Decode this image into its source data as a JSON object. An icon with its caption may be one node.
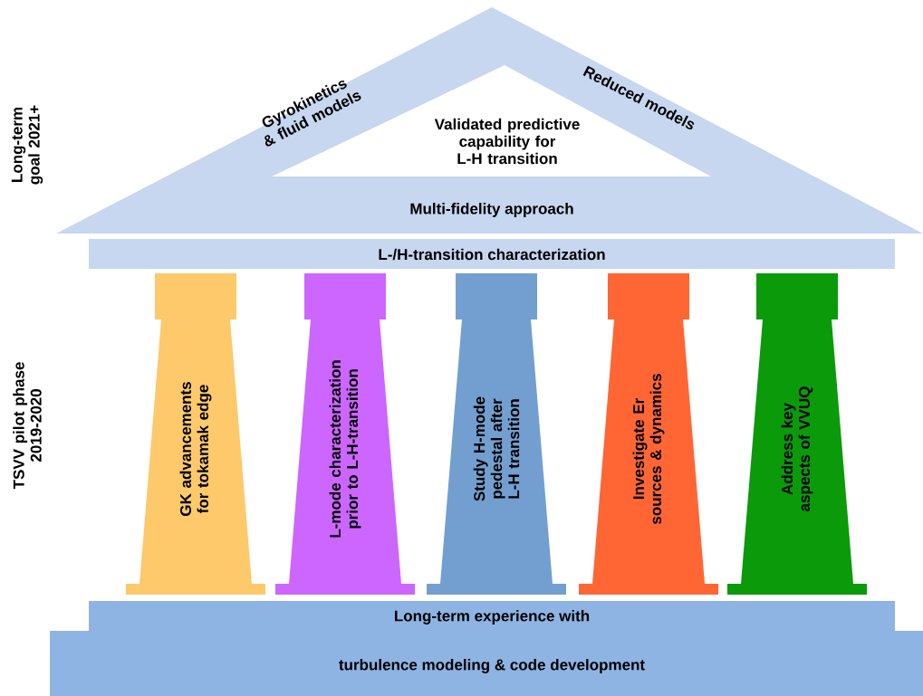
{
  "diagram": {
    "nodes": [
      {
        "text": [
          "Gyrokinetics & fluid models",
          "Reduced models",
          "Multi-fidelity approach"
        ]
      },
      {
        "text": [
          "Validated predictive capability for L-H transition"
        ],
        "in": 0
      },
      {
        "text": [
          "L-/H-transition characterization"
        ]
      },
      {
        "text": [
          "GK advancements for tokamak edge"
        ]
      },
      {
        "text": [
          "L-mode characterization prior to L-H-transition"
        ]
      },
      {
        "text": [
          "Study H-mode pedestal after L-H transition"
        ]
      },
      {
        "text": [
          "Investigate Er sources & dynamics"
        ]
      },
      {
        "text": [
          "Address key aspects of VVUQ"
        ]
      },
      {
        "text": [
          "Long-term experience with"
        ]
      },
      {
        "text": [
          "turbulence modeling & code development"
        ]
      }
    ],
    "labels": [
      "Long-term goal 2021+",
      "TSVV pilot phase 2019-2020"
    ]
  }
}
